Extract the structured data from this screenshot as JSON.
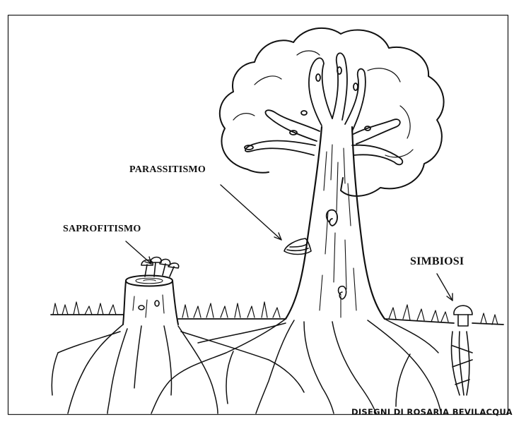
{
  "labels": {
    "parassitismo": "PARASSITISMO",
    "saprofitismo": "SAPROFITISMO",
    "simbiosi": "SIMBIOSI"
  },
  "credit": "DISEGNI DI ROSARIA BEVILACQUA",
  "colors": {
    "ink": "#111111",
    "background": "#ffffff",
    "border": "#222222"
  }
}
